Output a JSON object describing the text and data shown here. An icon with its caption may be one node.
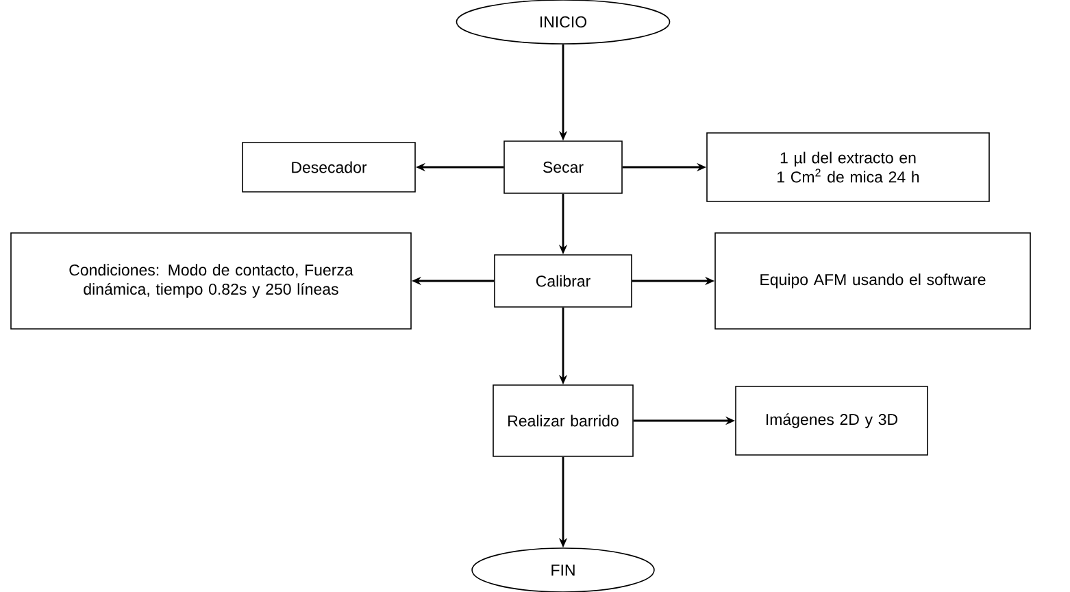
{
  "diagram": {
    "nodes": [
      {
        "text": [
          "INICIO"
        ]
      },
      {
        "text": [
          "Secar"
        ]
      },
      {
        "text": [
          "Desecador"
        ]
      },
      {
        "text": [
          "1 µl del extracto en 1 Cm$^{2}$ de mica 24 h"
        ]
      },
      {
        "text": [
          "Calibrar"
        ]
      },
      {
        "text": [
          "Condiciones: Modo de contacto, Fuerza dinámica, tiempo 0.82s y 250 líneas"
        ]
      },
      {
        "text": [
          "Equipo AFM usando el software"
        ]
      },
      {
        "text": [
          "Realizar barrido"
        ]
      },
      {
        "text": [
          "Imágenes 2D y 3D"
        ]
      },
      {
        "text": [
          "FIN"
        ]
      }
    ],
    "edges": [
      {
        "from": 0,
        "to": 1,
        "arrow": "to"
      },
      {
        "from": 1,
        "to": 2,
        "arrow": "to"
      },
      {
        "from": 1,
        "to": 3,
        "arrow": "to"
      },
      {
        "from": 1,
        "to": 4,
        "arrow": "to"
      },
      {
        "from": 4,
        "to": 5,
        "arrow": "to"
      },
      {
        "from": 4,
        "to": 6,
        "arrow": "to"
      },
      {
        "from": 4,
        "to": 7,
        "arrow": "to"
      },
      {
        "from": 7,
        "to": 8,
        "arrow": "to"
      },
      {
        "from": 7,
        "to": 9,
        "arrow": "to"
      }
    ]
  }
}
